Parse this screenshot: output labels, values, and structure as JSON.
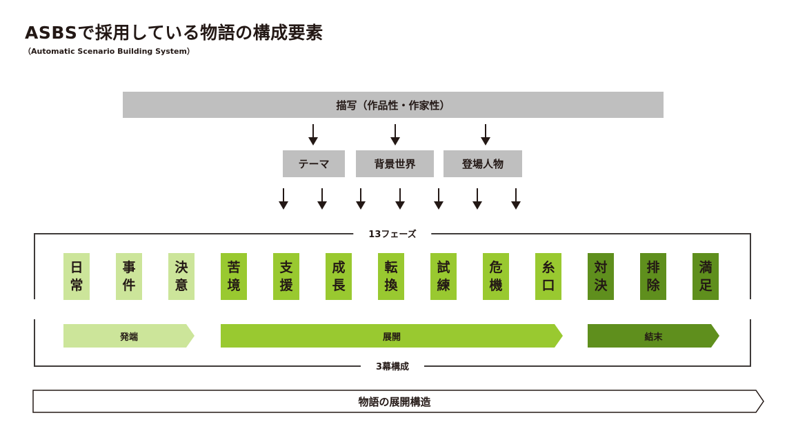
{
  "title": "ASBSで採用している物語の構成要素",
  "subtitle": "（Automatic Scenario Building System）",
  "description_bar": "描写（作品性・作家性）",
  "elements": [
    {
      "label": "テーマ"
    },
    {
      "label": "背景世界"
    },
    {
      "label": "登場人物"
    }
  ],
  "phases_label": "13フェーズ",
  "phases": [
    {
      "chars": [
        "日",
        "常"
      ],
      "act": 0
    },
    {
      "chars": [
        "事",
        "件"
      ],
      "act": 0
    },
    {
      "chars": [
        "決",
        "意"
      ],
      "act": 0
    },
    {
      "chars": [
        "苦",
        "境"
      ],
      "act": 1
    },
    {
      "chars": [
        "支",
        "援"
      ],
      "act": 1
    },
    {
      "chars": [
        "成",
        "長"
      ],
      "act": 1
    },
    {
      "chars": [
        "転",
        "換"
      ],
      "act": 1
    },
    {
      "chars": [
        "試",
        "練"
      ],
      "act": 1
    },
    {
      "chars": [
        "危",
        "機"
      ],
      "act": 1
    },
    {
      "chars": [
        "糸",
        "口"
      ],
      "act": 1
    },
    {
      "chars": [
        "対",
        "決"
      ],
      "act": 2
    },
    {
      "chars": [
        "排",
        "除"
      ],
      "act": 2
    },
    {
      "chars": [
        "満",
        "足"
      ],
      "act": 2
    }
  ],
  "acts_label": "3幕構成",
  "acts": [
    {
      "label": "発端",
      "color": "#cce59a"
    },
    {
      "label": "展開",
      "color": "#99c930"
    },
    {
      "label": "結末",
      "color": "#5f8f1d"
    }
  ],
  "structure_label": "物語の展開構造",
  "colors": {
    "gray": "#bfbfbf",
    "text": "#231815",
    "line": "#3e3a39"
  }
}
